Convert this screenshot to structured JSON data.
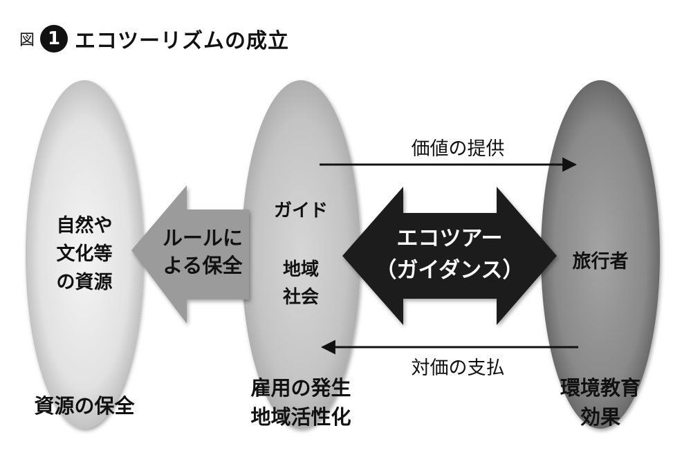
{
  "header": {
    "figure_label": "図",
    "figure_number": "1",
    "title": "エコツーリズムの成立"
  },
  "left_oval": {
    "inner_lines": [
      "自然や",
      "文化等",
      "の資源"
    ],
    "bottom_caption": "資源の保全"
  },
  "middle_oval": {
    "top_label": "ガイド",
    "inner_lines": [
      "地域",
      "社会"
    ],
    "bottom_caption_lines": [
      "雇用の発生",
      "地域活性化"
    ]
  },
  "right_oval": {
    "inner_label": "旅行者",
    "bottom_caption_lines": [
      "環境教育",
      "効果"
    ]
  },
  "gray_arrow": {
    "lines": [
      "ルールに",
      "よる保全"
    ]
  },
  "black_arrow": {
    "lines": [
      "エコツアー",
      "（ガイダンス）"
    ]
  },
  "flow_top": {
    "label": "価値の提供"
  },
  "flow_bottom": {
    "label": "対価の支払"
  },
  "colors": {
    "left_oval_center": "#f4f4f4",
    "left_oval_edge": "#b5b5b5",
    "middle_oval_center": "#d6d6d6",
    "middle_oval_edge": "#a6a6a6",
    "right_oval_center": "#a4a4a4",
    "right_oval_edge": "#5c5c5c",
    "gray_arrow": "#9b9b9b",
    "black_arrow": "#1c1c1c",
    "ink": "#111111"
  }
}
